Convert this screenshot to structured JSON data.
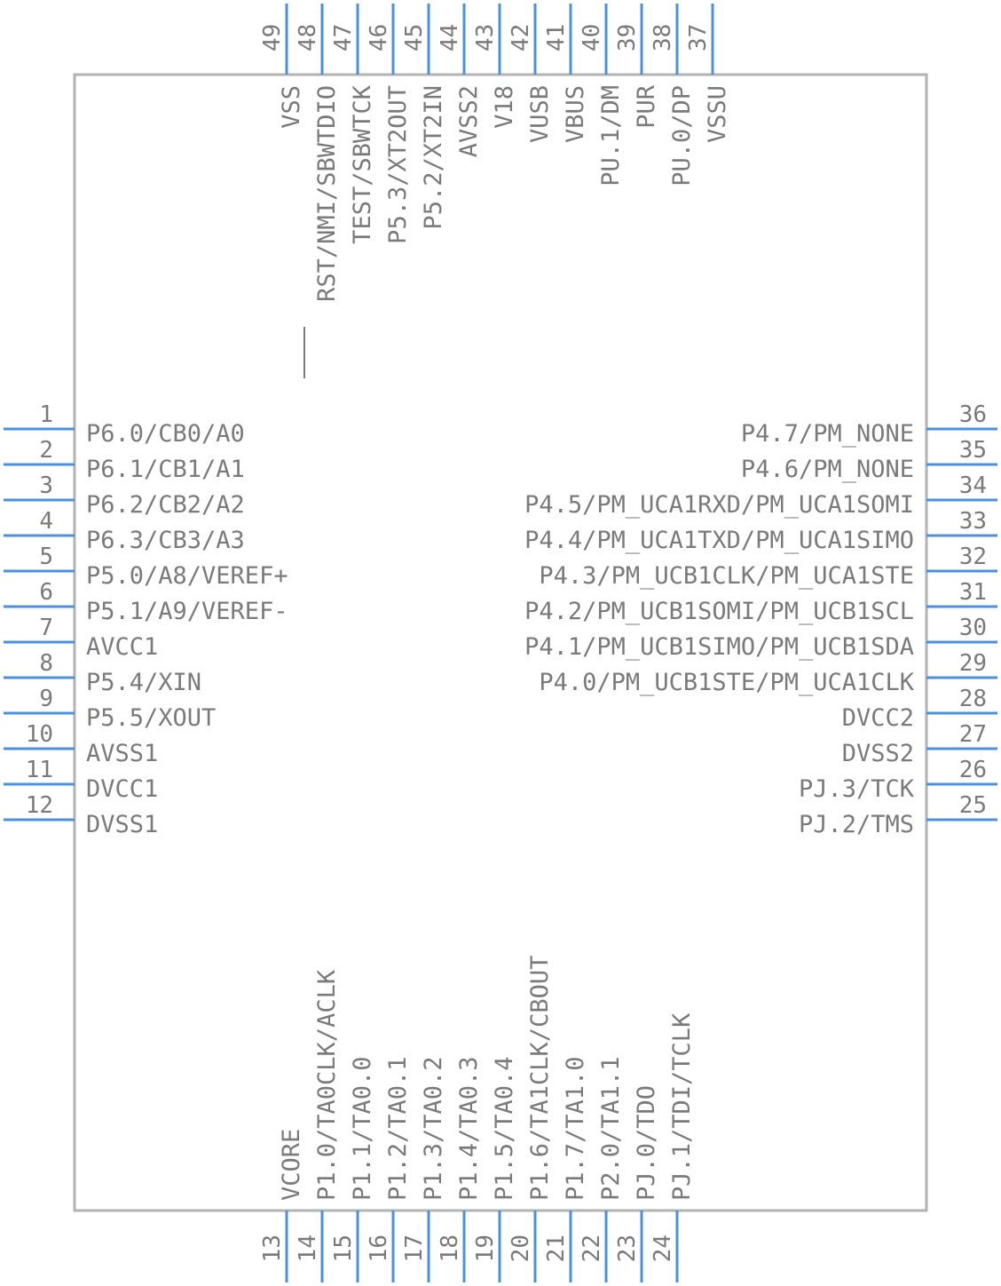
{
  "component": {
    "pins_left": [
      {
        "num": "1",
        "label": "P6.0/CB0/A0"
      },
      {
        "num": "2",
        "label": "P6.1/CB1/A1"
      },
      {
        "num": "3",
        "label": "P6.2/CB2/A2"
      },
      {
        "num": "4",
        "label": "P6.3/CB3/A3"
      },
      {
        "num": "5",
        "label": "P5.0/A8/VEREF+"
      },
      {
        "num": "6",
        "label": "P5.1/A9/VEREF-"
      },
      {
        "num": "7",
        "label": "AVCC1"
      },
      {
        "num": "8",
        "label": "P5.4/XIN"
      },
      {
        "num": "9",
        "label": "P5.5/XOUT"
      },
      {
        "num": "10",
        "label": "AVSS1"
      },
      {
        "num": "11",
        "label": "DVCC1"
      },
      {
        "num": "12",
        "label": "DVSS1"
      }
    ],
    "pins_bottom": [
      {
        "num": "13",
        "label": "VCORE"
      },
      {
        "num": "14",
        "label": "P1.0/TA0CLK/ACLK"
      },
      {
        "num": "15",
        "label": "P1.1/TA0.0"
      },
      {
        "num": "16",
        "label": "P1.2/TA0.1"
      },
      {
        "num": "17",
        "label": "P1.3/TA0.2"
      },
      {
        "num": "18",
        "label": "P1.4/TA0.3"
      },
      {
        "num": "19",
        "label": "P1.5/TA0.4"
      },
      {
        "num": "20",
        "label": "P1.6/TA1CLK/CBOUT"
      },
      {
        "num": "21",
        "label": "P1.7/TA1.0"
      },
      {
        "num": "22",
        "label": "P2.0/TA1.1"
      },
      {
        "num": "23",
        "label": "PJ.0/TDO"
      },
      {
        "num": "24",
        "label": "PJ.1/TDI/TCLK"
      }
    ],
    "pins_right": [
      {
        "num": "25",
        "label": "PJ.2/TMS"
      },
      {
        "num": "26",
        "label": "PJ.3/TCK"
      },
      {
        "num": "27",
        "label": "DVSS2"
      },
      {
        "num": "28",
        "label": "DVCC2"
      },
      {
        "num": "29",
        "label": "P4.0/PM_UCB1STE/PM_UCA1CLK"
      },
      {
        "num": "30",
        "label": "P4.1/PM_UCB1SIMO/PM_UCB1SDA"
      },
      {
        "num": "31",
        "label": "P4.2/PM_UCB1SOMI/PM_UCB1SCL"
      },
      {
        "num": "32",
        "label": "P4.3/PM_UCB1CLK/PM_UCA1STE"
      },
      {
        "num": "33",
        "label": "P4.4/PM_UCA1TXD/PM_UCA1SIMO"
      },
      {
        "num": "34",
        "label": "P4.5/PM_UCA1RXD/PM_UCA1SOMI"
      },
      {
        "num": "35",
        "label": "P4.6/PM_NONE"
      },
      {
        "num": "36",
        "label": "P4.7/PM_NONE"
      }
    ],
    "pins_top": [
      {
        "num": "37",
        "label": "VSSU"
      },
      {
        "num": "38",
        "label": "PU.0/DP"
      },
      {
        "num": "39",
        "label": "PUR"
      },
      {
        "num": "40",
        "label": "PU.1/DM"
      },
      {
        "num": "41",
        "label": "VBUS"
      },
      {
        "num": "42",
        "label": "VUSB"
      },
      {
        "num": "43",
        "label": "V18"
      },
      {
        "num": "44",
        "label": "AVSS2"
      },
      {
        "num": "45",
        "label": "P5.2/XT2IN"
      },
      {
        "num": "46",
        "label": "P5.3/XT2OUT"
      },
      {
        "num": "47",
        "label": "TEST/SBWTCK"
      },
      {
        "num": "48",
        "label": "RST/NMI/SBWTDIO"
      },
      {
        "num": "49",
        "label": "VSS"
      }
    ]
  },
  "colors": {
    "pin": "#4a90e2",
    "outline": "#b3b3b3",
    "text": "#7a7a7a"
  }
}
